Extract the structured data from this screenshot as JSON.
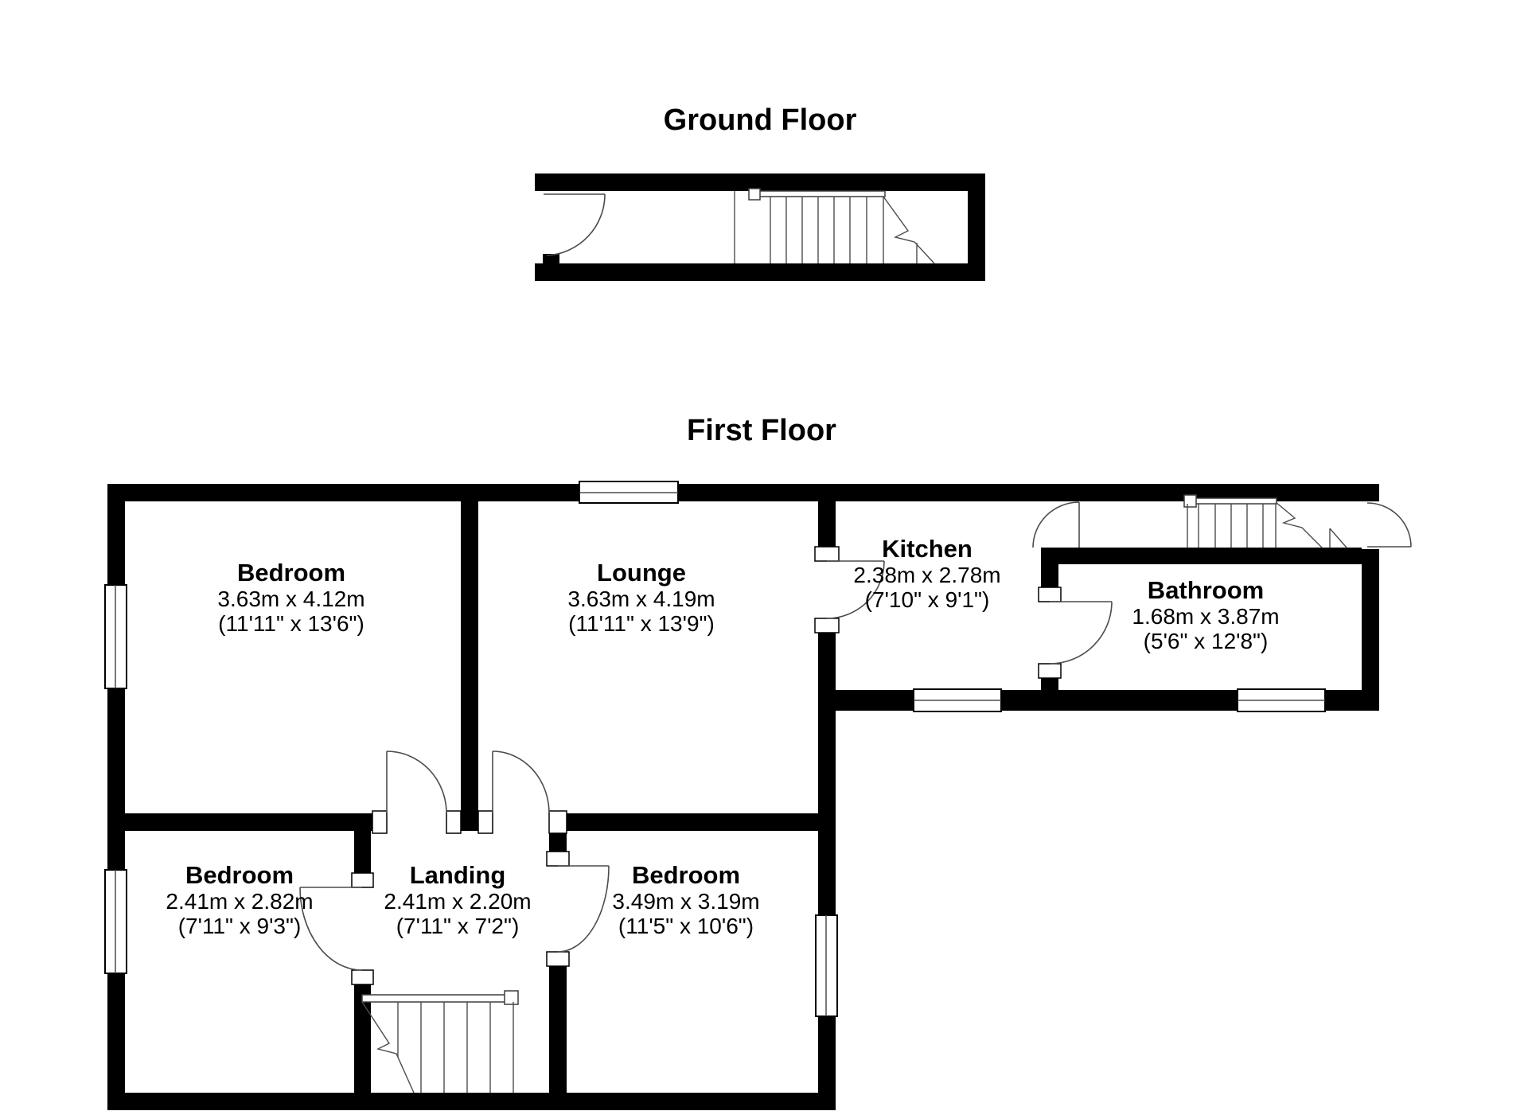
{
  "ground_floor": {
    "title": "Ground Floor"
  },
  "first_floor": {
    "title": "First Floor"
  },
  "rooms": {
    "bedroom_front": {
      "name": "Bedroom",
      "metric": "3.63m x 4.12m",
      "imperial": "(11'11\" x 13'6\")"
    },
    "lounge": {
      "name": "Lounge",
      "metric": "3.63m x 4.19m",
      "imperial": "(11'11\" x 13'9\")"
    },
    "kitchen": {
      "name": "Kitchen",
      "metric": "2.38m x 2.78m",
      "imperial": "(7'10\" x 9'1\")"
    },
    "bathroom": {
      "name": "Bathroom",
      "metric": "1.68m x 3.87m",
      "imperial": "(5'6\" x 12'8\")"
    },
    "bedroom_back_left": {
      "name": "Bedroom",
      "metric": "2.41m x 2.82m",
      "imperial": "(7'11\" x 9'3\")"
    },
    "landing": {
      "name": "Landing",
      "metric": "2.41m x 2.20m",
      "imperial": "(7'11\" x 7'2\")"
    },
    "bedroom_back_right": {
      "name": "Bedroom",
      "metric": "3.49m x 3.19m",
      "imperial": "(11'5\" x 10'6\")"
    }
  },
  "colors": {
    "wall": "#000000",
    "line": "#4c4c4c",
    "background": "#ffffff"
  }
}
